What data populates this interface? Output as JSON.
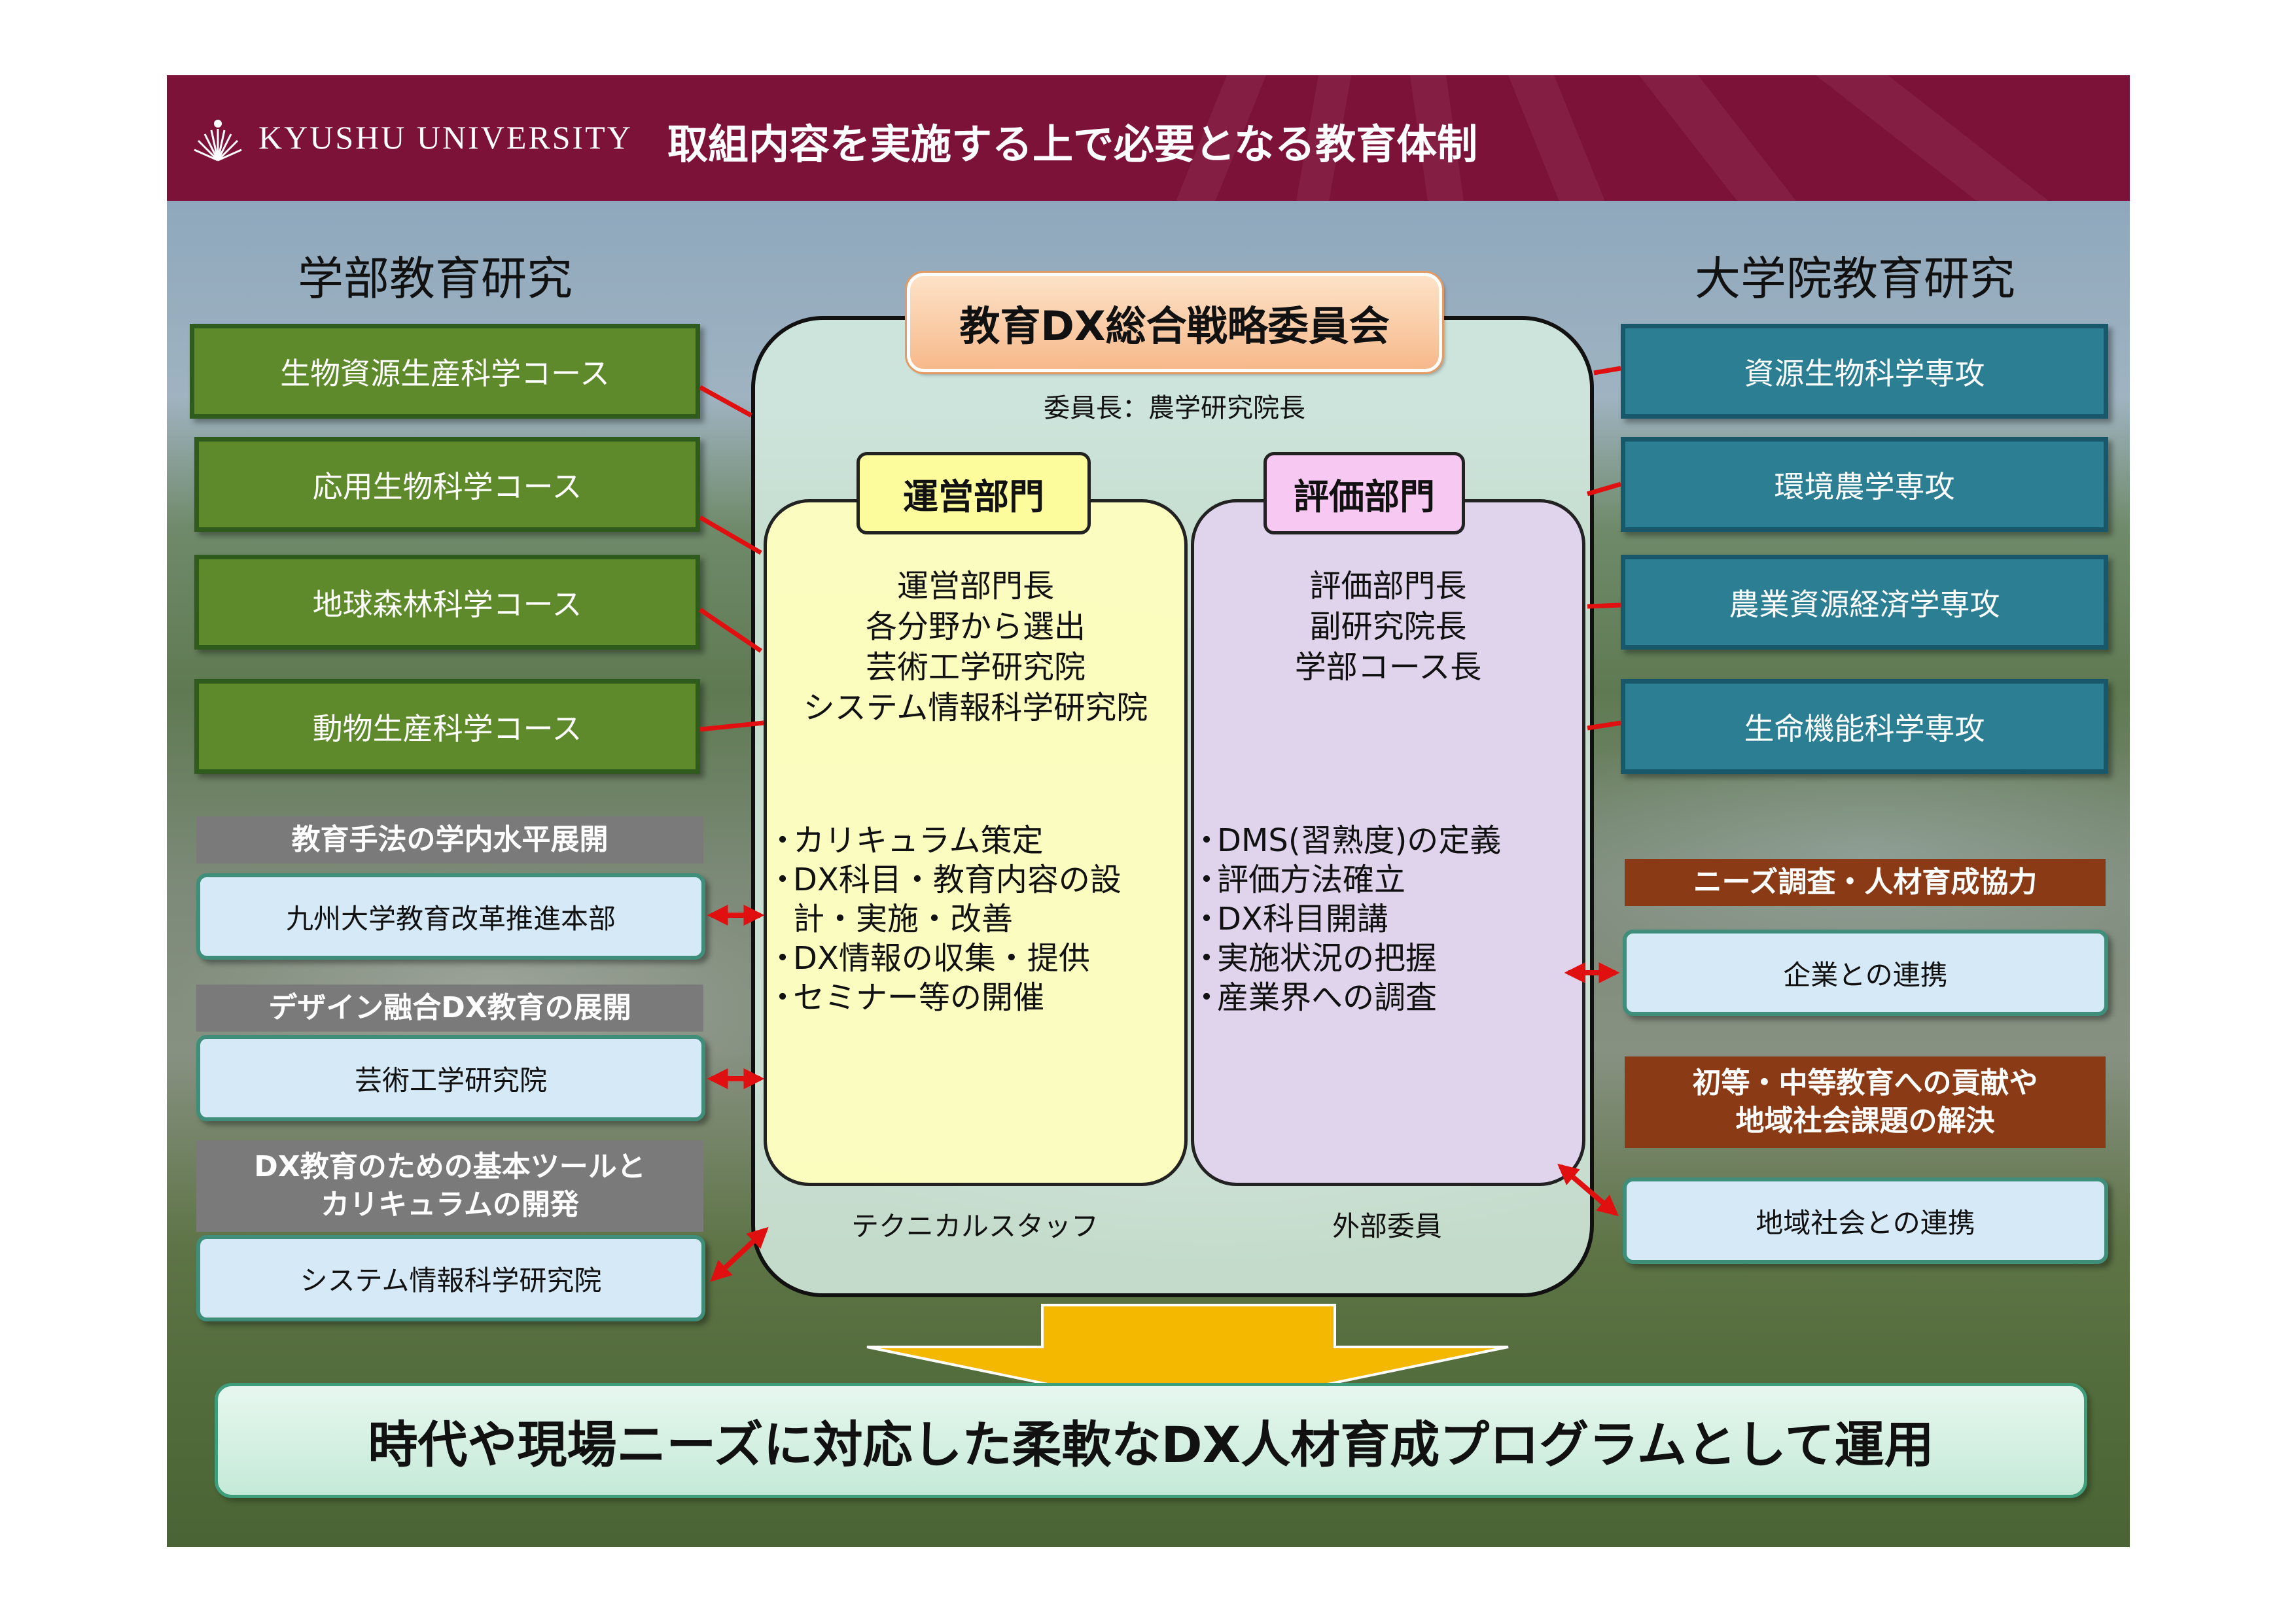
{
  "header": {
    "university": "KYUSHU UNIVERSITY",
    "title": "取組内容を実施する上で必要となる教育体制"
  },
  "left": {
    "heading": "学部教育研究",
    "courses": [
      "生物資源生産科学コース",
      "応用生物科学コース",
      "地球森林科学コース",
      "動物生産科学コース"
    ],
    "labels": [
      "教育手法の学内水平展開",
      "デザイン融合DX教育の展開",
      "DX教育のための基本ツールと",
      "カリキュラムの開発"
    ],
    "partners": [
      "九州大学教育改革推進本部",
      "芸術工学研究院",
      "システム情報科学研究院"
    ]
  },
  "right": {
    "heading": "大学院教育研究",
    "majors": [
      "資源生物科学専攻",
      "環境農学専攻",
      "農業資源経済学専攻",
      "生命機能科学専攻"
    ],
    "labels": [
      "ニーズ調査・人材育成協力",
      "初等・中等教育への貢献や",
      "地域社会課題の解決"
    ],
    "partners": [
      "企業との連携",
      "地域社会との連携"
    ]
  },
  "committee": {
    "title": "教育DX総合戦略委員会",
    "chair": "委員長：農学研究院長",
    "operations": {
      "title": "運営部門",
      "members": [
        "運営部門長",
        "各分野から選出",
        "芸術工学研究院",
        "システム情報科学研究院"
      ],
      "tasks": [
        "カリキュラム策定",
        "DX科目・教育内容の設",
        "計・実施・改善",
        "DX情報の収集・提供",
        "セミナー等の開催"
      ],
      "footer": "テクニカルスタッフ"
    },
    "evaluation": {
      "title": "評価部門",
      "members": [
        "評価部門長",
        "副研究院長",
        "学部コース長"
      ],
      "tasks": [
        "DMS(習熟度)の定義",
        "評価方法確立",
        "DX科目開講",
        "実施状況の把握",
        "産業界への調査"
      ],
      "footer": "外部委員"
    }
  },
  "outcome": "時代や現場ニーズに対応した柔軟なDX人材育成プログラムとして運用",
  "colors": {
    "header": "#7d1238",
    "course_green": "#5e8a2c",
    "major_teal": "#2c7e93",
    "connector_red": "#e01010",
    "arrow_yellow": "#f5b800"
  }
}
